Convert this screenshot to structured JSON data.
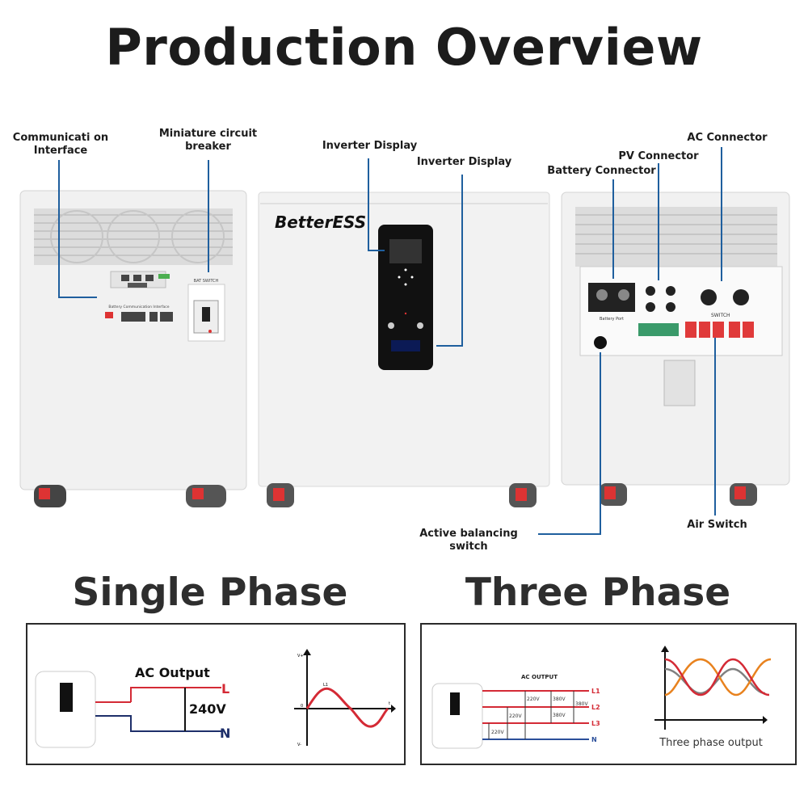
{
  "title": "Production Overview",
  "callouts": {
    "communication_interface": "Communicati on Interface",
    "miniature_circuit_breaker": "Miniature circuit breaker",
    "inverter_display_1": "Inverter Display",
    "inverter_display_2": "Inverter Display",
    "battery_connector": "Battery Connector",
    "pv_connector": "PV Connector",
    "ac_connector": "AC Connector",
    "active_balancing_switch": "Active balancing switch",
    "air_switch": "Air Switch"
  },
  "units": {
    "brand": "BetterESS",
    "bat_switch": "BAT SWITCH",
    "battery_comm": "Battery Communication Interface",
    "battery_port": "Battery Port",
    "switch": "SWITCH"
  },
  "single_phase": {
    "heading": "Single Phase",
    "ac_output": "AC Output",
    "voltage": "240V",
    "line_l": "L",
    "line_n": "N",
    "wave_label": "L1",
    "axis_vplus": "V+",
    "axis_zero": "0",
    "axis_vminus": "V-",
    "axis_t": "t"
  },
  "three_phase": {
    "heading": "Three Phase",
    "ac_output": "AC OUTPUT",
    "lines": [
      "L1",
      "L2",
      "L3",
      "N"
    ],
    "v_220_a": "220V",
    "v_380_a": "380V",
    "v_380_b": "380V",
    "v_220_b": "220V",
    "v_380_c": "380V",
    "v_220_c": "220V",
    "caption": "Three phase output"
  },
  "colors": {
    "leader": "#1f5f9e",
    "red": "#d42a35",
    "blue": "#2b4f9a",
    "orange": "#e8821e",
    "gray": "#808080"
  }
}
